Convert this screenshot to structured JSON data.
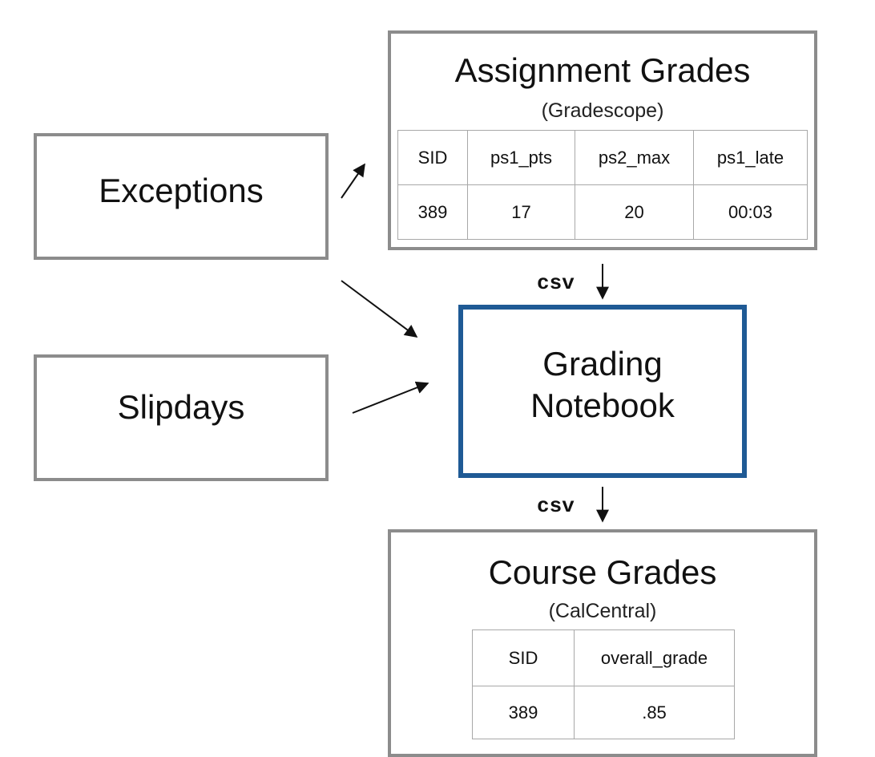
{
  "exceptions": {
    "label": "Exceptions"
  },
  "slipdays": {
    "label": "Slipdays"
  },
  "assignment_grades": {
    "title": "Assignment Grades",
    "subtitle": "(Gradescope)",
    "headers": [
      "SID",
      "ps1_pts",
      "ps2_max",
      "ps1_late"
    ],
    "row": [
      "389",
      "17",
      "20",
      "00:03"
    ]
  },
  "grading_notebook": {
    "line1": "Grading",
    "line2": "Notebook"
  },
  "course_grades": {
    "title": "Course Grades",
    "subtitle": "(CalCentral)",
    "headers": [
      "SID",
      "overall_grade"
    ],
    "row": [
      "389",
      ".85"
    ]
  },
  "connectors": {
    "csv_top": "csv",
    "csv_bottom": "csv"
  },
  "colors": {
    "box_border": "#8c8c8c",
    "notebook_border": "#1f5a95",
    "arrow": "#111111"
  }
}
